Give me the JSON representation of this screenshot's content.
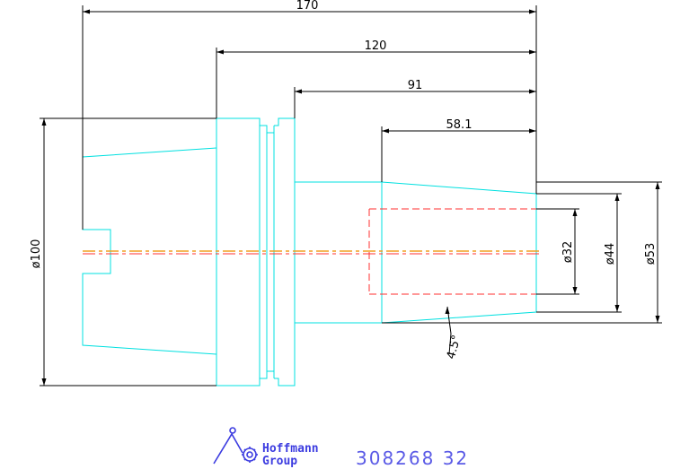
{
  "dimensions": {
    "overall_length": "170",
    "length_120": "120",
    "length_91": "91",
    "length_58": "58.1",
    "dia_100": "ø100",
    "dia_32": "ø32",
    "dia_44": "ø44",
    "dia_53": "ø53",
    "angle": "4.5°"
  },
  "logo": {
    "line1": "Hoffmann",
    "line2": "Group"
  },
  "part_number": "308268 32",
  "colors": {
    "outline": "#00e0e0",
    "dimension": "#000000",
    "centerline_red": "#ff3030",
    "centerline_orange": "#f0a020",
    "brand": "#3c3ce0"
  }
}
